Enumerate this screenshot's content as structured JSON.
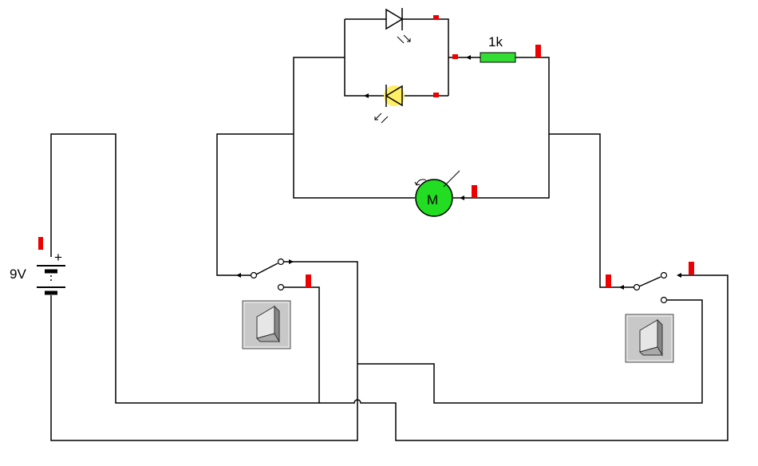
{
  "circuit": {
    "battery": {
      "label": "9V",
      "polarity": "+"
    },
    "resistor": {
      "label": "1k",
      "color": "#33dd33"
    },
    "motor": {
      "label": "M",
      "color": "#22dd22"
    },
    "led_lit": {
      "glow_color": "#ffee66"
    },
    "marker_color": "#ee0000",
    "switches": [
      {
        "name": "left-switch",
        "state": "up"
      },
      {
        "name": "right-switch",
        "state": "up"
      }
    ]
  }
}
